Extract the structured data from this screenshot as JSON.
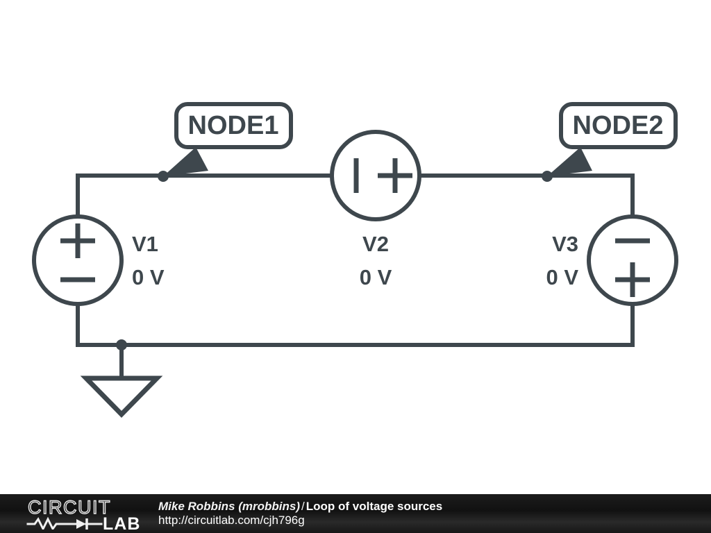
{
  "schematic": {
    "title": "Loop of voltage sources",
    "stroke_color": "#3e474d",
    "background_color": "#ffffff",
    "node_labels": [
      {
        "name": "node1",
        "text": "NODE1"
      },
      {
        "name": "node2",
        "text": "NODE2"
      }
    ],
    "components": [
      {
        "ref": "V1",
        "value": "0 V",
        "type": "voltage-source",
        "orientation": "vertical",
        "polarity_top": "+",
        "polarity_bottom": "−"
      },
      {
        "ref": "V2",
        "value": "0 V",
        "type": "voltage-source",
        "orientation": "horizontal",
        "polarity_left": "−",
        "polarity_right": "+"
      },
      {
        "ref": "V3",
        "value": "0 V",
        "type": "voltage-source",
        "orientation": "vertical",
        "polarity_top": "−",
        "polarity_bottom": "+"
      }
    ],
    "ground": {
      "type": "ground-symbol",
      "label": ""
    }
  },
  "footer": {
    "logo": {
      "word_top": "CIRCUIT",
      "word_bottom": "LAB"
    },
    "author": "Mike Robbins (mrobbins)",
    "separator": "/",
    "circuit_title": "Loop of voltage sources",
    "url": "http://circuitlab.com/cjh796g"
  }
}
